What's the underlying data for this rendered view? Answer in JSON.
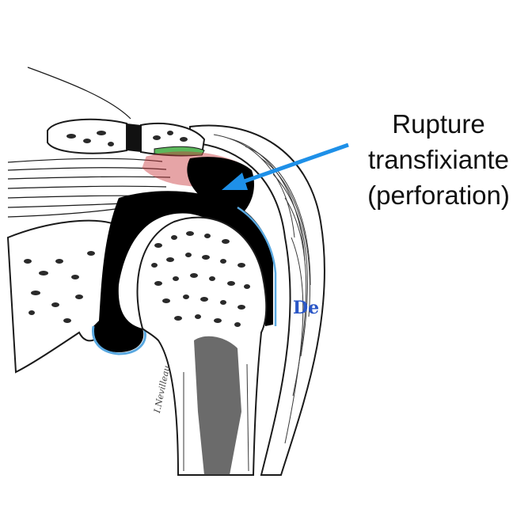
{
  "annotation": {
    "lines": [
      "Rupture",
      "transfixiante",
      "(perforation)"
    ],
    "arrow_color": "#1e90e8"
  },
  "region_label": "De",
  "colors": {
    "bone_outline": "#1a1a1a",
    "void": "#000000",
    "tear_tissue": "#c8383c",
    "cartilage": "#59a8e0",
    "tendon_remnant": "#5cb85c",
    "label_blue": "#2a56c6"
  },
  "signature_text": "I.Nevilleau"
}
